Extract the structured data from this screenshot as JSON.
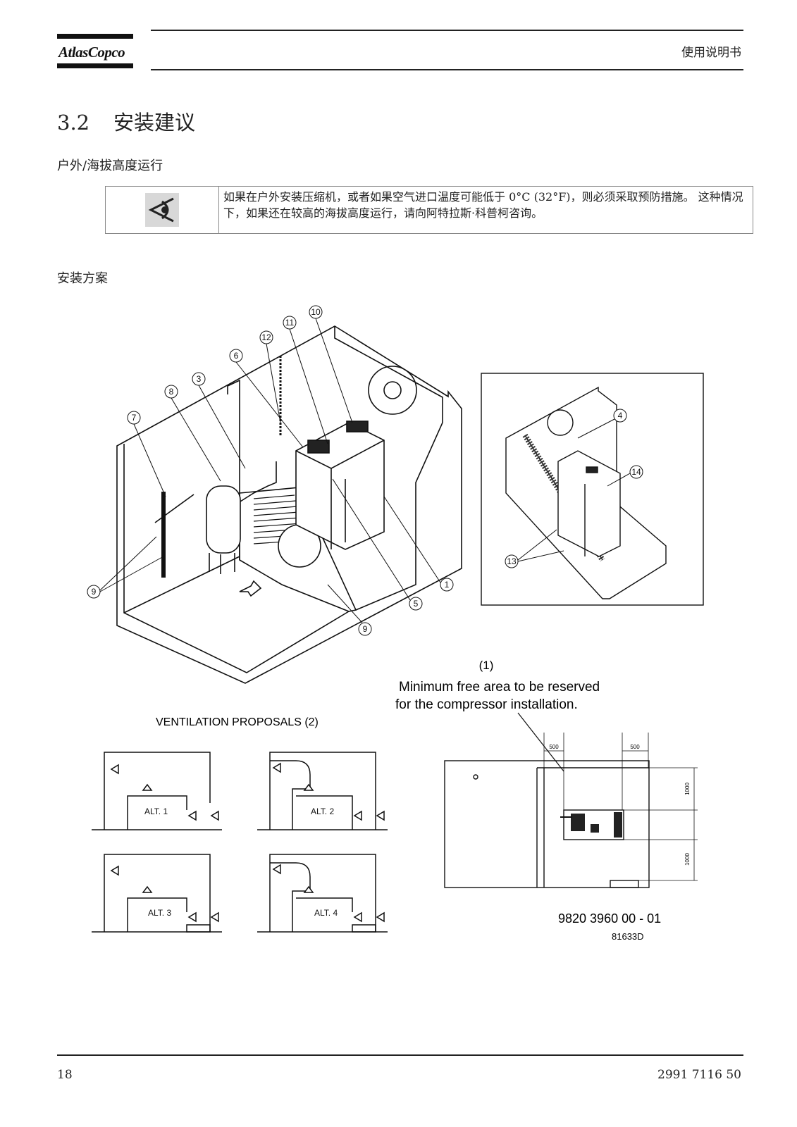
{
  "header": {
    "logo": "AtlasCopco",
    "title": "使用说明书"
  },
  "section": {
    "number": "3.2",
    "title": "安装建议"
  },
  "subsections": {
    "outdoor": "户外/海拔高度运行",
    "scheme": "安装方案"
  },
  "note": {
    "icon": "eye-warning-icon",
    "text": "如果在户外安装压缩机，或者如果空气进口温度可能低于 0°C (32°F)，则必须采取预防措施。 这种情况下，如果还在较高的海拔高度运行，请向阿特拉斯·科普柯咨询。"
  },
  "figure": {
    "callouts_main": [
      "10",
      "11",
      "12",
      "6",
      "3",
      "8",
      "7",
      "9",
      "1",
      "5",
      "9"
    ],
    "callouts_inset": [
      "4",
      "14",
      "13"
    ],
    "label_1": "(1)",
    "min_area_line1": "Minimum free area to be reserved",
    "min_area_line2": "for the compressor installation.",
    "ventilation_title": "VENTILATION PROPOSALS  (2)",
    "alt_labels": [
      "ALT. 1",
      "ALT. 2",
      "ALT. 3",
      "ALT. 4"
    ],
    "dim_500a": "500",
    "dim_500b": "500",
    "dim_1000a": "1000",
    "dim_1000b": "1000",
    "part_number": "9820 3960 00 - 01",
    "drawing_code": "81633D"
  },
  "footer": {
    "page": "18",
    "doc_number": "2991 7116 50"
  }
}
